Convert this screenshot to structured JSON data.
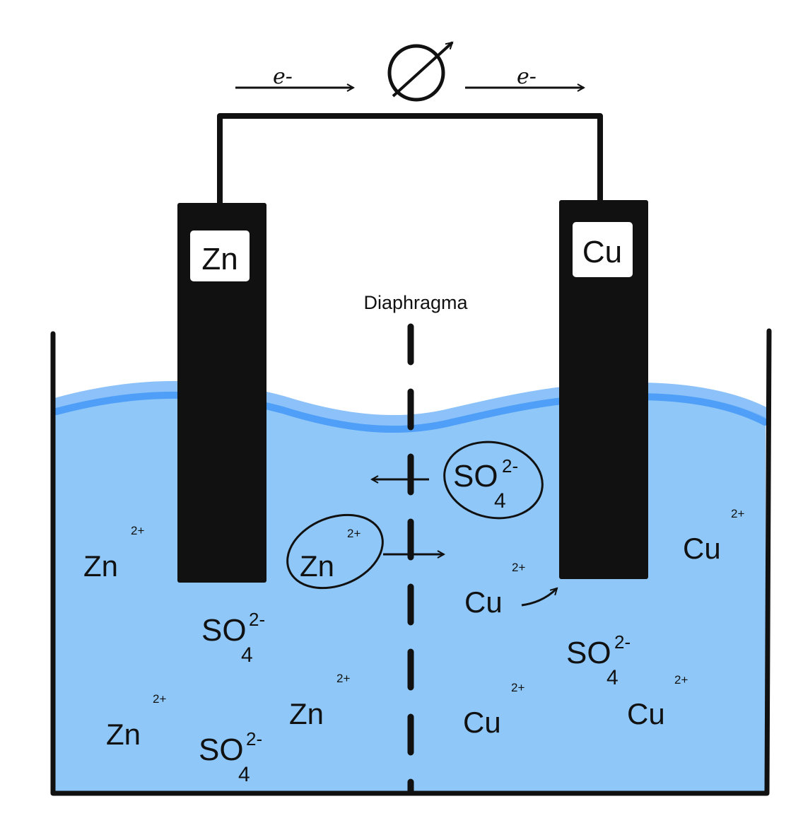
{
  "electrodes": {
    "left": {
      "label": "Zn"
    },
    "right": {
      "label": "Cu"
    }
  },
  "meter": {
    "icon": "ammeter-icon"
  },
  "wire": {
    "electron_left": "e-",
    "electron_right": "e-"
  },
  "diaphragm": {
    "label": "Diaphragma"
  },
  "ions": {
    "zn_symbol": "Zn",
    "cu_symbol": "Cu",
    "so_symbol": "SO",
    "sub4": "4",
    "charge_cation": "2+",
    "charge_anion": "2-"
  },
  "colors": {
    "solution": "#8fc8f8",
    "surface": "#4f9ef7",
    "surface_light": "#6fb3f7",
    "electrode": "#111111",
    "line": "#111111"
  }
}
